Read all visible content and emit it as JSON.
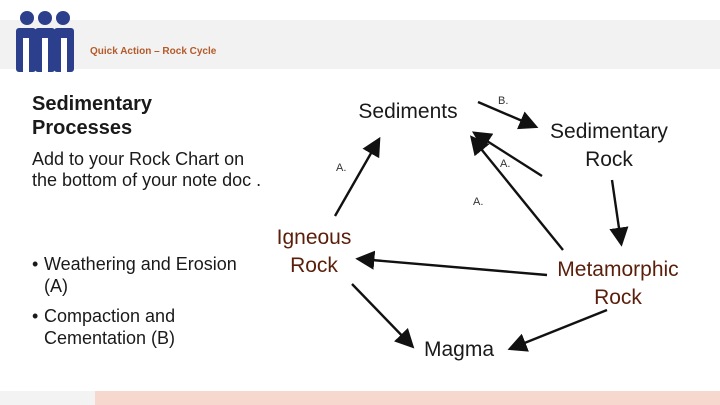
{
  "header": {
    "subtitle": "Quick Action – Rock Cycle",
    "logo_icon": "people-group-icon"
  },
  "content": {
    "heading": "Sedimentary Processes",
    "instruction": "Add to your Rock Chart on the bottom of your note doc .",
    "bullets": [
      "Weathering and Erosion (A)",
      "Compaction and Cementation (B)"
    ]
  },
  "diagram": {
    "nodes": {
      "sediments": "Sediments",
      "sedimentary_rock_1": "Sedimentary",
      "sedimentary_rock_2": "Rock",
      "igneous_rock_1": "Igneous",
      "igneous_rock_2": "Rock",
      "metamorphic_rock_1": "Metamorphic",
      "metamorphic_rock_2": "Rock",
      "magma": "Magma"
    },
    "edge_labels": {
      "igneous_to_sediments": "A.",
      "sedimentary_to_sediments": "A.",
      "metamorphic_to_sediments": "A.",
      "sediments_to_sedimentary": "B."
    }
  },
  "colors": {
    "accent": "#b35a2a",
    "node_dark_red": "#5a1f0a",
    "logo_blue": "#2b3f8c",
    "footer_pink": "#f6d8cf"
  }
}
